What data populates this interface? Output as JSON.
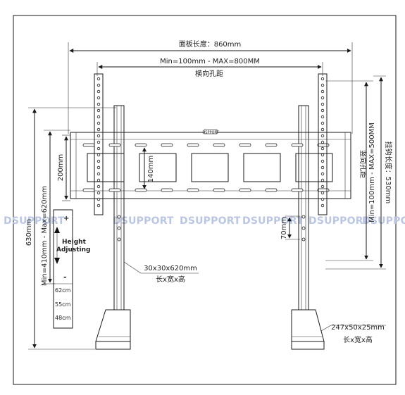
{
  "labels": {
    "panel_length": "面板长度：860mm",
    "horizontal_range": "Min=100mm - MAX=800MM",
    "horizontal_pitch": "横向孔距",
    "vertical_range": "Min=100mm - MAX=500MM",
    "vertical_pitch": "竖向孔距",
    "hook_length": "挂钩长度：530mm",
    "total_height": "630mm",
    "height_range": "Min=410mm - Max=620mm",
    "bracket_height": "200mm",
    "inner_height": "140mm",
    "step": "70mm",
    "post_size": "30x30x620mm",
    "post_size_note": "长x宽x高",
    "base_size": "247x50x25mm",
    "base_size_note": "长x宽x高",
    "brand_tag": "DSPPORT"
  },
  "height_panel": {
    "title_line1": "Height",
    "title_line2": "Adjusting",
    "plus": "+",
    "minus": "-",
    "levels": [
      "62cm",
      "55cm",
      "48cm"
    ]
  },
  "watermark": {
    "text": "DSUPPORT"
  }
}
